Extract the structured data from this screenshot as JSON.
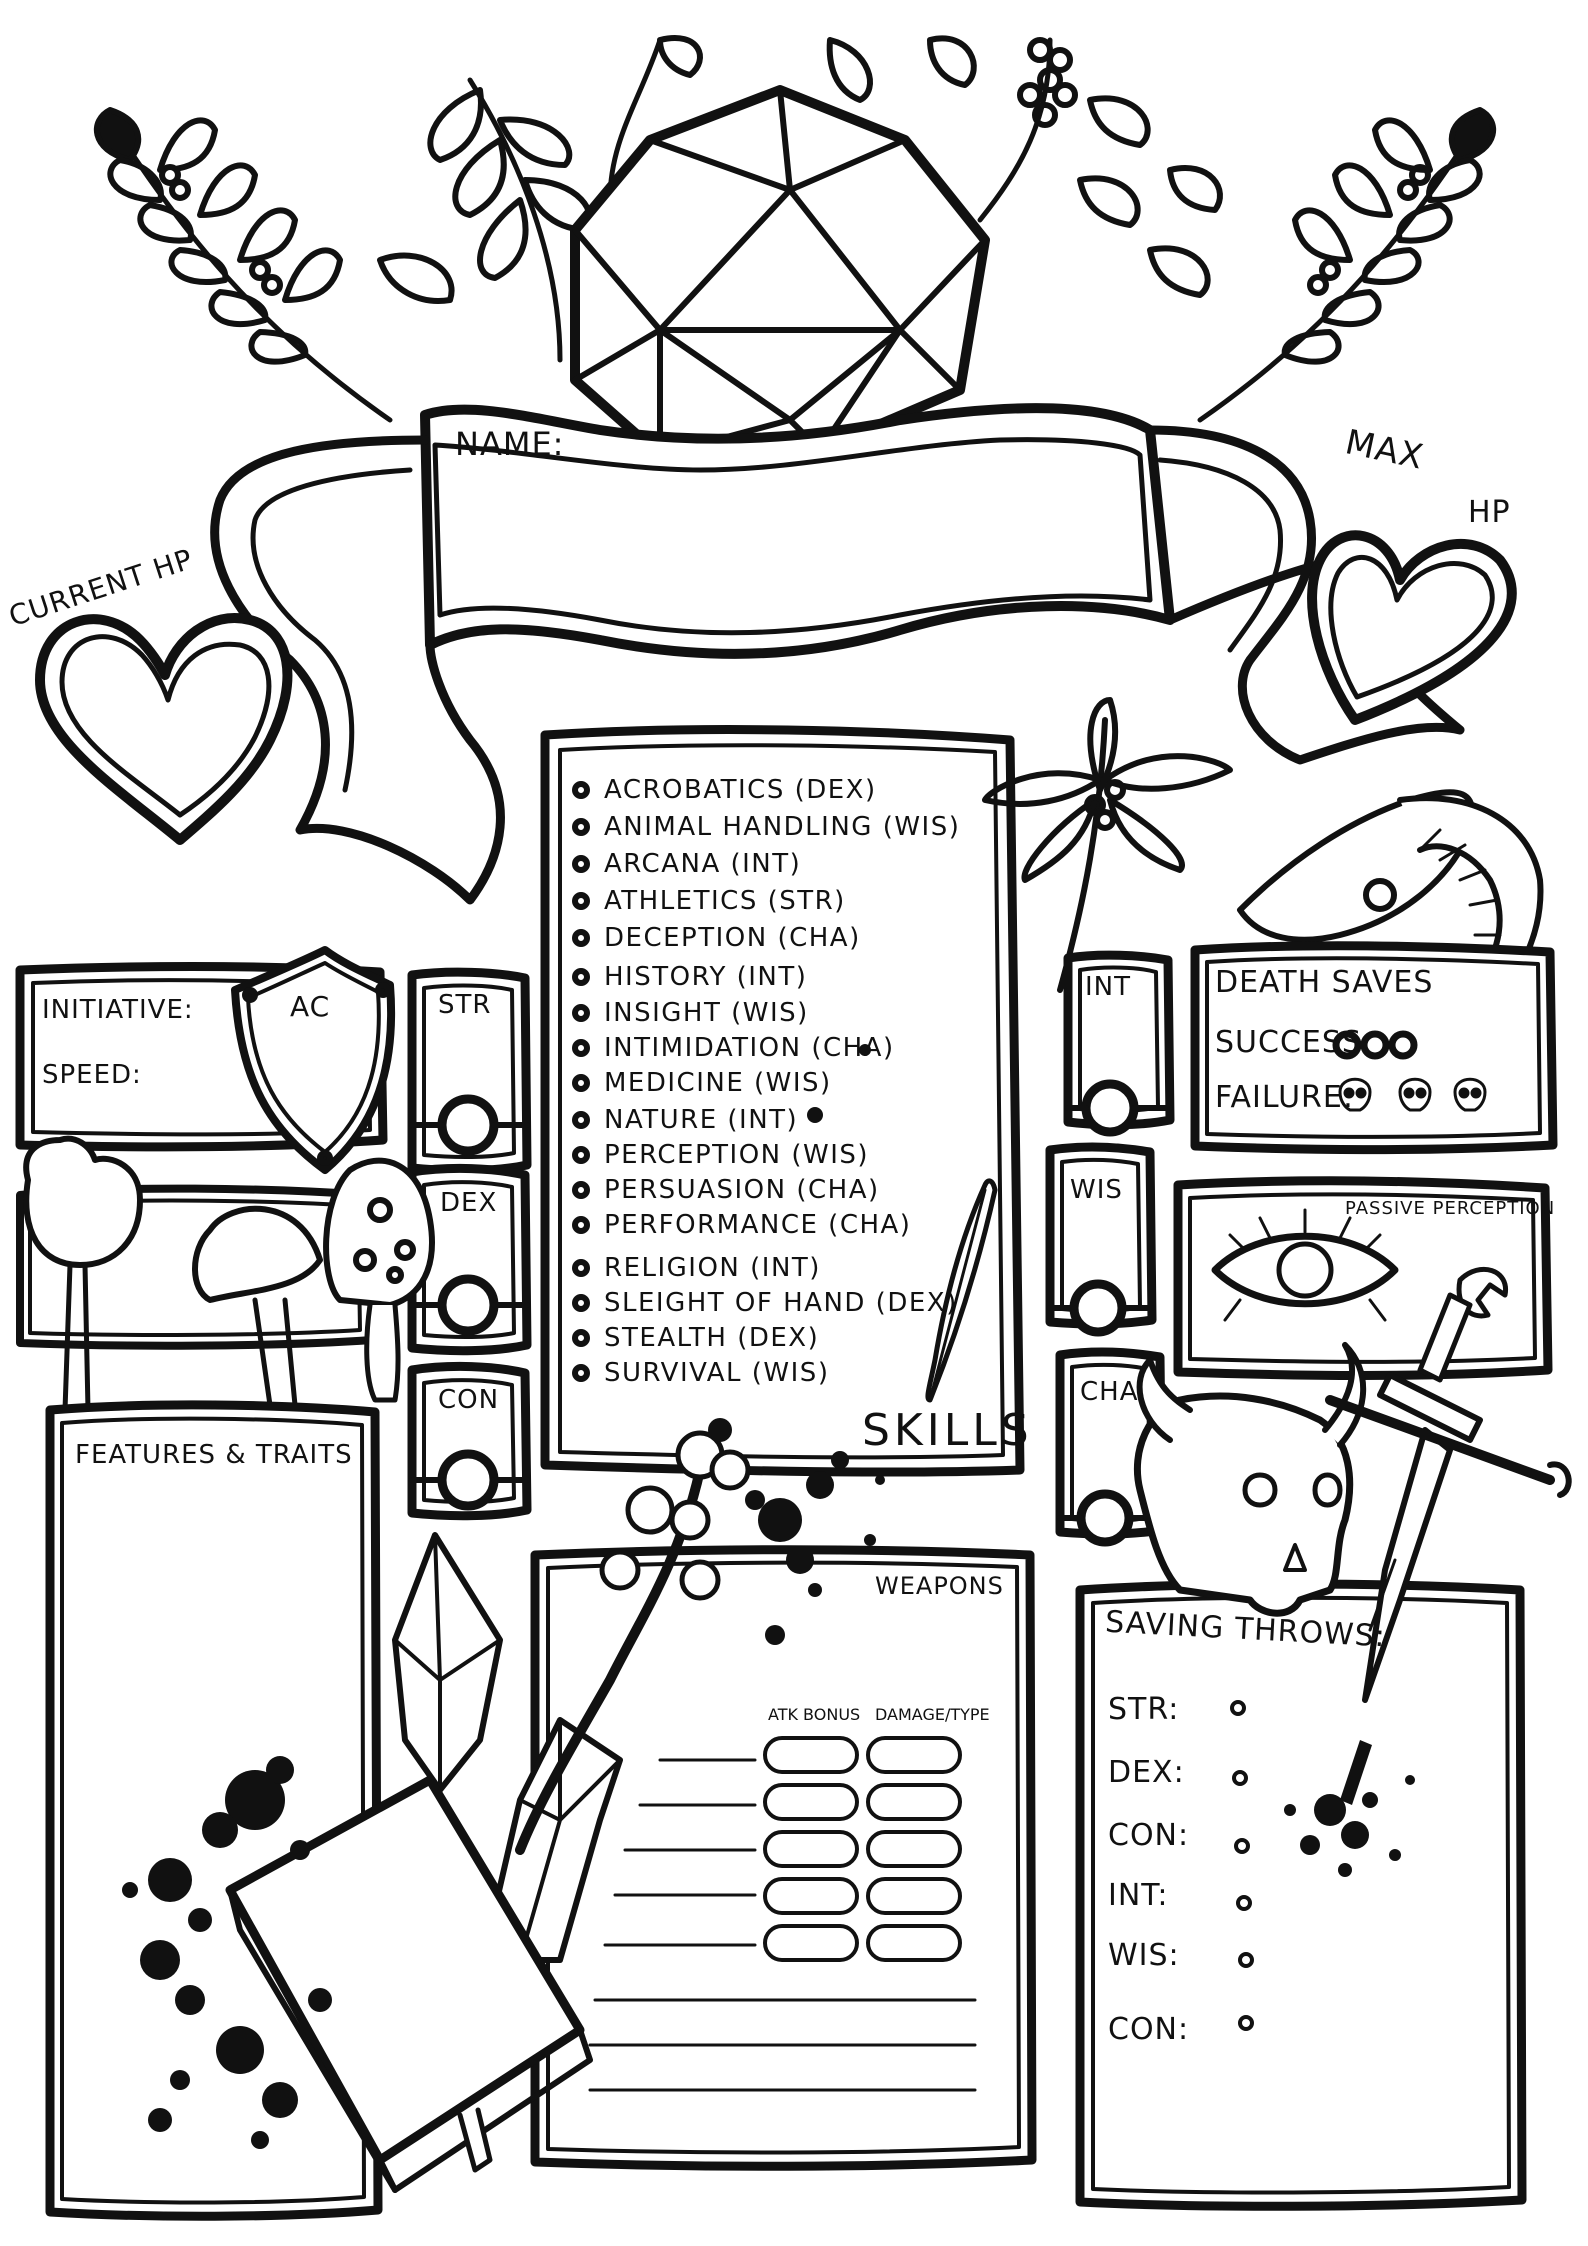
{
  "header": {
    "name_label": "NAME:",
    "max_hp_label_line1": "MAX",
    "max_hp_label_line2": "HP",
    "current_hp_label": "CURRENT HP"
  },
  "combat": {
    "initiative_label": "INITIATIVE:",
    "speed_label": "SPEED:",
    "ac_label": "AC"
  },
  "abilities": {
    "left": [
      "STR",
      "DEX",
      "CON"
    ],
    "right": [
      "INT",
      "WIS",
      "CHA"
    ]
  },
  "skills": {
    "title": "SKILLS",
    "items": [
      "ACROBATICS (DEX)",
      "ANIMAL HANDLING (WIS)",
      "ARCANA (INT)",
      "ATHLETICS (STR)",
      "DECEPTION (CHA)",
      "HISTORY (INT)",
      "INSIGHT (WIS)",
      "INTIMIDATION (CHA)",
      "MEDICINE (WIS)",
      "NATURE (INT)",
      "PERCEPTION (WIS)",
      "PERSUASION (CHA)",
      "PERFORMANCE (CHA)",
      "RELIGION (INT)",
      "SLEIGHT OF HAND (DEX)",
      "STEALTH (DEX)",
      "SURVIVAL (WIS)"
    ]
  },
  "death_saves": {
    "title": "DEATH SAVES",
    "success_label": "SUCCESS:",
    "failure_label": "FAILURE:"
  },
  "passive_perception": {
    "label": "PASSIVE PERCEPTION"
  },
  "features": {
    "label": "FEATURES & TRAITS"
  },
  "weapons": {
    "label": "WEAPONS",
    "atk_bonus_label": "ATK BONUS",
    "damage_label": "DAMAGE/TYPE"
  },
  "saving_throws": {
    "title": "SAVING THROWS:",
    "items": [
      "STR:",
      "DEX:",
      "CON:",
      "INT:",
      "WIS:",
      "CON:"
    ]
  },
  "colors": {
    "ink": "#111111",
    "paper": "#ffffff"
  }
}
